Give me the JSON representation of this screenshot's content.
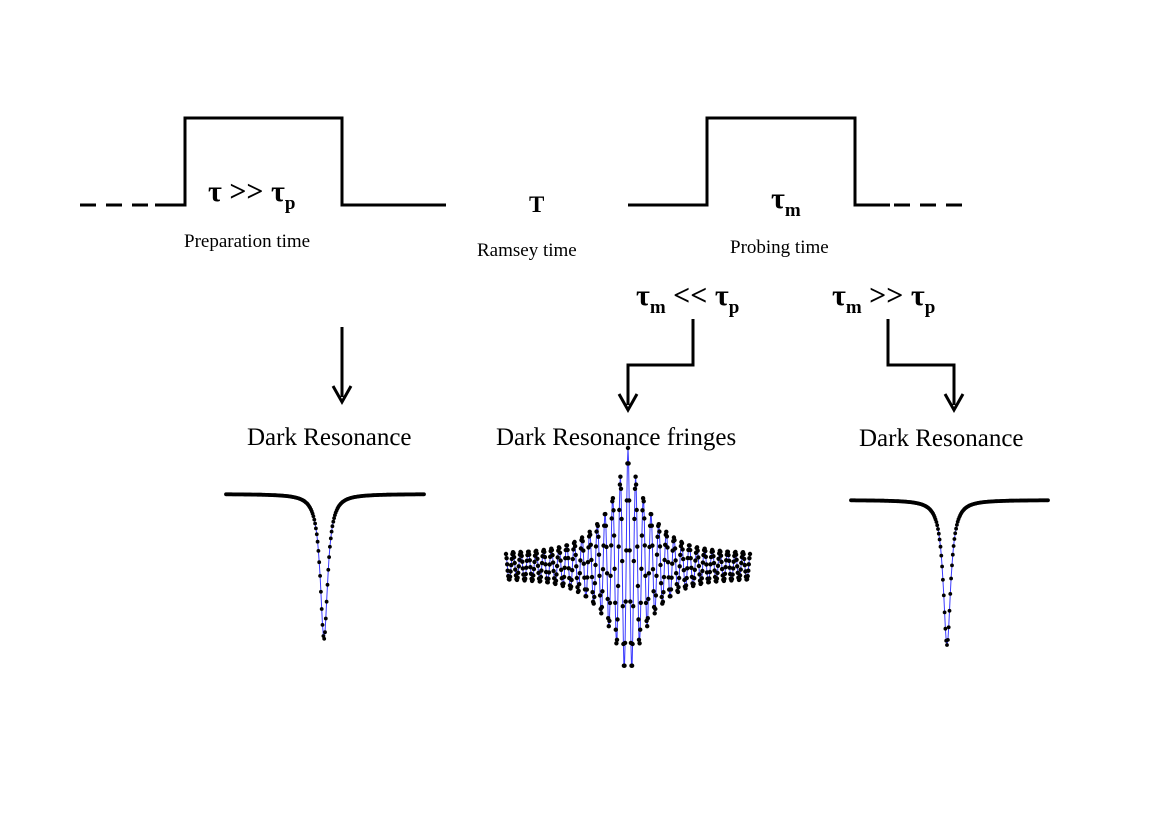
{
  "sequence": {
    "preparation": {
      "symbol": "τ",
      "relation": " >> ",
      "ref_symbol": "τ",
      "ref_sub": "p",
      "label": "Preparation time"
    },
    "ramsey": {
      "symbol": "T",
      "label": "Ramsey time"
    },
    "probing": {
      "symbol": "τ",
      "sub": "m",
      "label": "Probing time"
    }
  },
  "conditions": {
    "short": {
      "symbol": "τ",
      "sub": "m",
      "relation": " << ",
      "ref_symbol": "τ",
      "ref_sub": "p"
    },
    "long": {
      "symbol": "τ",
      "sub": "m",
      "relation": " >> ",
      "ref_symbol": "τ",
      "ref_sub": "p"
    }
  },
  "outcomes": {
    "left": "Dark Resonance",
    "middle": "Dark Resonance fringes",
    "right": "Dark Resonance"
  },
  "colors": {
    "curve": "#3a3aff",
    "marker": "#000000",
    "line": "#000000"
  }
}
